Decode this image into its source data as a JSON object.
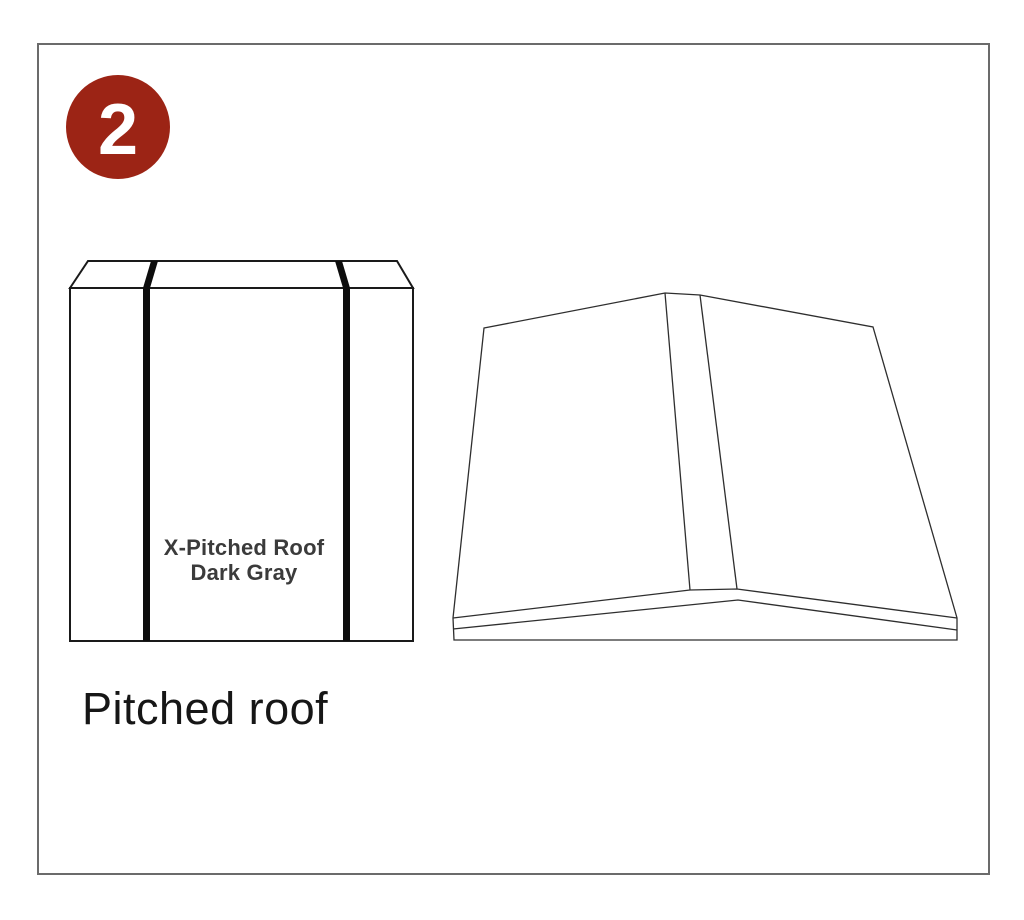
{
  "step_badge": {
    "number": "2"
  },
  "package": {
    "label_line1": "X-Pitched Roof",
    "label_line2": "Dark Gray"
  },
  "caption": {
    "text": "Pitched roof"
  },
  "illustrations": {
    "package": "cardboard box with two black straps, front and top faces visible",
    "roof": "3D line drawing of pitched roof piece with center ridge cap and eave fascia"
  },
  "colors": {
    "background": "#ffffff",
    "frame-border": "#6b6b6b",
    "badge": "#9c2415",
    "badge-text": "#ffffff",
    "package-line": "#1a1a1a",
    "strap": "#0d0d0d",
    "package-label": "#3b3b3b",
    "draw-line": "#2e2e2e",
    "caption": "#161616"
  }
}
